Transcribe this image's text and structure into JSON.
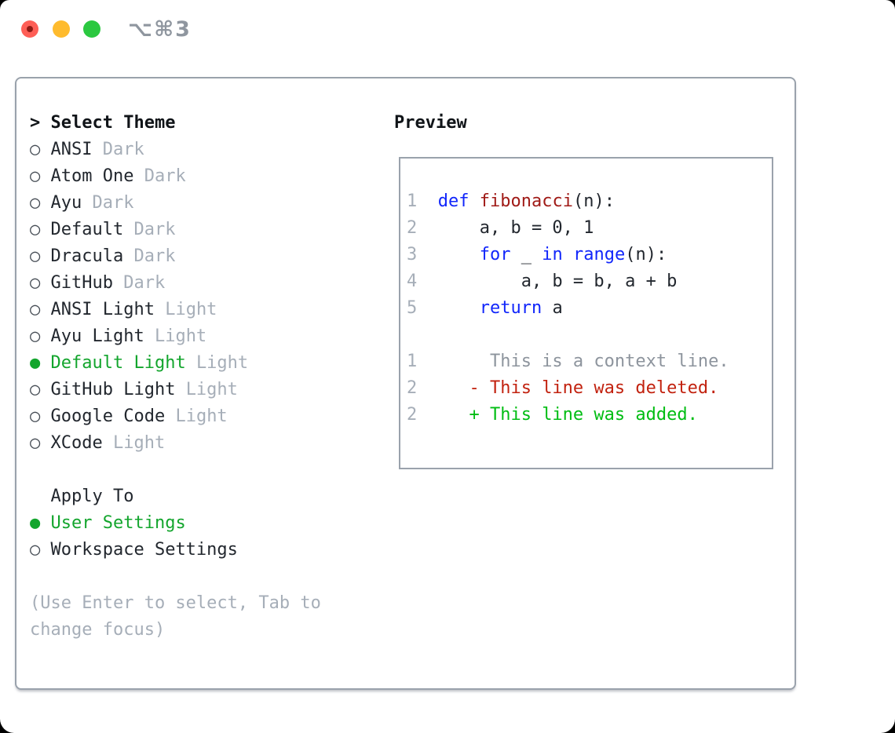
{
  "titlebar": {
    "shortcut": "⌥⌘3",
    "traffic_lights": [
      "close",
      "minimize",
      "zoom"
    ]
  },
  "theme_panel": {
    "focus_indicator": ">",
    "select_theme_header": "Select Theme",
    "themes": [
      {
        "name": "ANSI",
        "variant": "Dark",
        "selected": false
      },
      {
        "name": "Atom One",
        "variant": "Dark",
        "selected": false
      },
      {
        "name": "Ayu",
        "variant": "Dark",
        "selected": false
      },
      {
        "name": "Default",
        "variant": "Dark",
        "selected": false
      },
      {
        "name": "Dracula",
        "variant": "Dark",
        "selected": false
      },
      {
        "name": "GitHub",
        "variant": "Dark",
        "selected": false
      },
      {
        "name": "ANSI Light",
        "variant": "Light",
        "selected": false
      },
      {
        "name": "Ayu Light",
        "variant": "Light",
        "selected": false
      },
      {
        "name": "Default Light",
        "variant": "Light",
        "selected": true
      },
      {
        "name": "GitHub Light",
        "variant": "Light",
        "selected": false
      },
      {
        "name": "Google Code",
        "variant": "Light",
        "selected": false
      },
      {
        "name": "XCode",
        "variant": "Light",
        "selected": false
      }
    ],
    "bullet_unselected": "○",
    "bullet_selected": "●",
    "apply_to_header": "Apply To",
    "apply_targets": [
      {
        "name": "User Settings",
        "selected": true
      },
      {
        "name": "Workspace Settings",
        "selected": false
      }
    ],
    "hint_lines": [
      "(Use Enter to select, Tab to",
      "change focus)"
    ]
  },
  "preview": {
    "header": "Preview",
    "code_lines": [
      [
        [
          "n",
          "1"
        ],
        [
          "p",
          "  "
        ],
        [
          "k",
          "def"
        ],
        [
          "p",
          " "
        ],
        [
          "f",
          "fibonacci"
        ],
        [
          "p",
          "(n):"
        ]
      ],
      [
        [
          "n",
          "2"
        ],
        [
          "p",
          "      a, b = 0, 1"
        ]
      ],
      [
        [
          "n",
          "3"
        ],
        [
          "p",
          "      "
        ],
        [
          "k",
          "for"
        ],
        [
          "p",
          " _ "
        ],
        [
          "k",
          "in"
        ],
        [
          "p",
          " "
        ],
        [
          "k",
          "range"
        ],
        [
          "p",
          "(n):"
        ]
      ],
      [
        [
          "n",
          "4"
        ],
        [
          "p",
          "          a, b = b, a + b"
        ]
      ],
      [
        [
          "n",
          "5"
        ],
        [
          "p",
          "      "
        ],
        [
          "k",
          "return"
        ],
        [
          "p",
          " a"
        ]
      ],
      [],
      [
        [
          "n",
          "1"
        ],
        [
          "c",
          "       This is a context line."
        ]
      ],
      [
        [
          "n",
          "2"
        ],
        [
          "d",
          "     - This line was deleted."
        ]
      ],
      [
        [
          "n",
          "2"
        ],
        [
          "a",
          "     + This line was added."
        ]
      ]
    ]
  },
  "colors": {
    "selection_green": "#13a52d",
    "added_green": "#00bd13",
    "deleted_red": "#c2220f",
    "keyword_blue": "#1126fb",
    "function_red": "#a01b17",
    "muted_gray": "#a6aeb8",
    "context_gray": "#8d949d",
    "text": "#22272e",
    "border_gray": "#9aa2ac",
    "titlebar_gray": "#8f969f",
    "light_red": "#fe5e56",
    "light_yellow": "#febb2e",
    "light_green": "#2bc840"
  }
}
